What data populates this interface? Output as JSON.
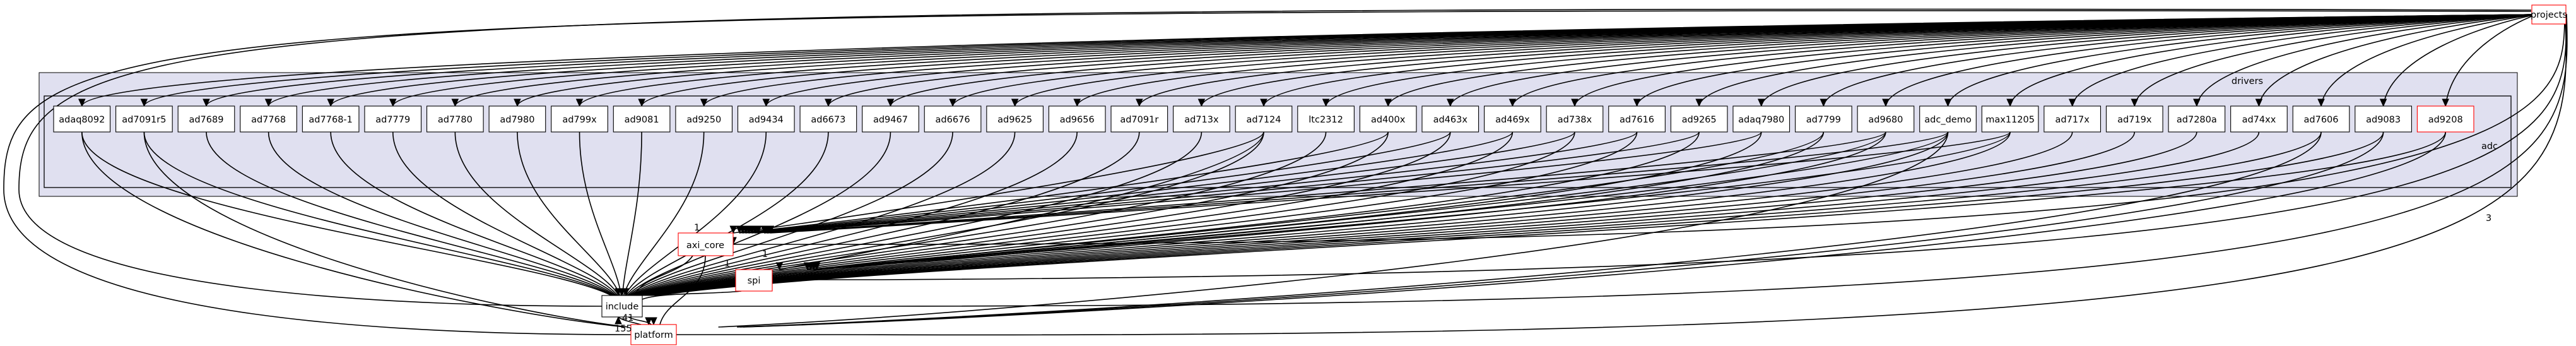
{
  "clusters": {
    "drivers": "drivers",
    "adc": "adc"
  },
  "adc_nodes": [
    {
      "label": "adaq8092",
      "red": false
    },
    {
      "label": "ad7091r5",
      "red": false
    },
    {
      "label": "ad7689",
      "red": false
    },
    {
      "label": "ad7768",
      "red": false
    },
    {
      "label": "ad7768-1",
      "red": false
    },
    {
      "label": "ad7779",
      "red": false
    },
    {
      "label": "ad7780",
      "red": false
    },
    {
      "label": "ad7980",
      "red": false
    },
    {
      "label": "ad799x",
      "red": false
    },
    {
      "label": "ad9081",
      "red": false
    },
    {
      "label": "ad9250",
      "red": false
    },
    {
      "label": "ad9434",
      "red": false
    },
    {
      "label": "ad6673",
      "red": false
    },
    {
      "label": "ad9467",
      "red": false
    },
    {
      "label": "ad6676",
      "red": false
    },
    {
      "label": "ad9625",
      "red": false
    },
    {
      "label": "ad9656",
      "red": false
    },
    {
      "label": "ad7091r",
      "red": false
    },
    {
      "label": "ad713x",
      "red": false
    },
    {
      "label": "ad7124",
      "red": false
    },
    {
      "label": "ltc2312",
      "red": false
    },
    {
      "label": "ad400x",
      "red": false
    },
    {
      "label": "ad463x",
      "red": false
    },
    {
      "label": "ad469x",
      "red": false
    },
    {
      "label": "ad738x",
      "red": false
    },
    {
      "label": "ad7616",
      "red": false
    },
    {
      "label": "ad9265",
      "red": false
    },
    {
      "label": "adaq7980",
      "red": false
    },
    {
      "label": "ad7799",
      "red": false
    },
    {
      "label": "ad9680",
      "red": false
    },
    {
      "label": "adc_demo",
      "red": false
    },
    {
      "label": "max11205",
      "red": false
    },
    {
      "label": "ad717x",
      "red": false
    },
    {
      "label": "ad719x",
      "red": false
    },
    {
      "label": "ad7280a",
      "red": false
    },
    {
      "label": "ad74xx",
      "red": false
    },
    {
      "label": "ad7606",
      "red": false
    },
    {
      "label": "ad9083",
      "red": false
    },
    {
      "label": "ad9208",
      "red": true
    }
  ],
  "other_nodes": {
    "projects": "projects",
    "axi_core": "axi_core",
    "spi": "spi",
    "include": "include",
    "platform": "platform"
  },
  "edge_labels": {
    "projects_to_include": "3",
    "to_platform_many": "155",
    "platform_to_include": "41",
    "to_spi": "1",
    "ad7124_to_spi": "1",
    "to_axi": "1"
  }
}
